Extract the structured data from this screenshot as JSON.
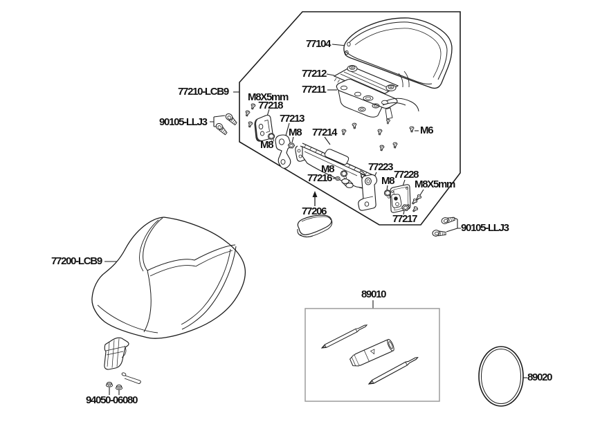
{
  "figure": {
    "kind": "exploded-parts-diagram",
    "background": "#ffffff",
    "line_color": "#1a1a1a",
    "toolbox_border_color": "#9b9b9b"
  },
  "labels": [
    {
      "part": "backrest-pad",
      "text": "77104"
    },
    {
      "part": "backrest-mat",
      "text": "77212"
    },
    {
      "part": "backrest-base-plate",
      "text": "77211"
    },
    {
      "part": "backrest-assembly",
      "text": "77210-LCB9"
    },
    {
      "part": "screw-spec-left",
      "text": "M8X5mm"
    },
    {
      "part": "cover-plate-left",
      "text": "77218"
    },
    {
      "part": "bolt-pair-left",
      "text": "90105-LLJ3"
    },
    {
      "part": "hinge-bracket",
      "text": "77213"
    },
    {
      "part": "nut-spec-a",
      "text": "M8"
    },
    {
      "part": "bolt-spec-b",
      "text": "M8"
    },
    {
      "part": "mount-bracket",
      "text": "77214"
    },
    {
      "part": "screw-spec-m6",
      "text": "M6"
    },
    {
      "part": "bolt-spec-c",
      "text": "M8"
    },
    {
      "part": "spacer",
      "text": "77216"
    },
    {
      "part": "side-bracket",
      "text": "77223"
    },
    {
      "part": "bolt-spec-d",
      "text": "M8"
    },
    {
      "part": "cover-plate-right",
      "text": "77228"
    },
    {
      "part": "screw-spec-right",
      "text": "M8X5mm"
    },
    {
      "part": "flange-nut",
      "text": "77217"
    },
    {
      "part": "cushion-pad",
      "text": "77206"
    },
    {
      "part": "bolt-pair-right",
      "text": "90105-LLJ3"
    },
    {
      "part": "seat-cover",
      "text": "77200-LCB9"
    },
    {
      "part": "hinge-nut-set",
      "text": "94050-06080"
    },
    {
      "part": "tool-kit",
      "text": "89010"
    },
    {
      "part": "o-ring",
      "text": "89020"
    }
  ]
}
